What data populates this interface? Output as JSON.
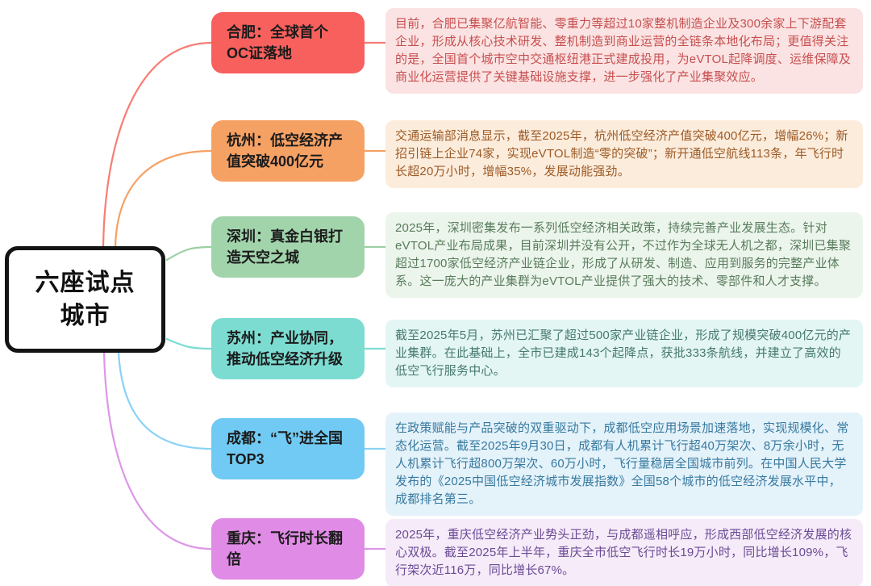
{
  "root": {
    "title": "六座试点\n城市"
  },
  "branches": [
    {
      "city": "hefei",
      "title": "合肥：全球首个OC证落地",
      "desc": "目前，合肥已集聚亿航智能、零重力等超过10家整机制造企业及300余家上下游配套企业，形成从核心技术研发、整机制造到商业运营的全链条本地化布局；更值得关注的是，全国首个城市空中交通枢纽港正式建成投用，为eVTOL起降调度、运维保障及商业化运营提供了关键基础设施支撑，进一步强化了产业集聚效应。",
      "node_color": "#f7605d",
      "line_color": "#f87d75",
      "desc_bg": "#fbe3e3",
      "desc_color": "#c74f4f"
    },
    {
      "city": "hangzhou",
      "title": "杭州：低空经济产值突破400亿元",
      "desc": "交通运输部消息显示，截至2025年，杭州低空经济产值突破400亿元，增幅26%；新招引链上企业74家，实现eVTOL制造“零的突破”；新开通低空航线113条，年飞行时长超20万小时，增幅35%，发展动能强劲。",
      "node_color": "#f6a164",
      "line_color": "#f6a164",
      "desc_bg": "#fcecdc",
      "desc_color": "#9d5b26"
    },
    {
      "city": "shenzhen",
      "title": "深圳：真金白银打造天空之城",
      "desc": "2025年，深圳密集发布一系列低空经济相关政策，持续完善产业发展生态。针对eVTOL产业布局成果，目前深圳并没有公开，不过作为全球无人机之都，深圳已集聚超过1700家低空经济产业链企业，形成了从研发、制造、应用到服务的完整产业体系。这一庞大的产业集群为eVTOL产业提供了强大的技术、零部件和人才支撑。",
      "node_color": "#a2d4ac",
      "line_color": "#9ccfa4",
      "desc_bg": "#ecf5ec",
      "desc_color": "#587c5c"
    },
    {
      "city": "suzhou",
      "title": "苏州：产业协同，推动低空经济升级",
      "desc": "截至2025年5月，苏州已汇聚了超过500家产业链企业，形成了规模突破400亿元的产业集群。在此基础上，全市已建成143个起降点，获批333条航线，并建立了高效的低空飞行服务中心。",
      "node_color": "#7cdcd2",
      "line_color": "#7cdcd2",
      "desc_bg": "#e3f6f4",
      "desc_color": "#46796f"
    },
    {
      "city": "chengdu",
      "title": "成都：“飞”进全国TOP3",
      "desc": "在政策赋能与产品突破的双重驱动下，成都低空应用场景加速落地，实现规模化、常态化运营。截至2025年9月30日，成都有人机累计飞行超40万架次、8万余小时，无人机累计飞行超800万架次、60万小时，飞行量稳居全国城市前列。在中国人民大学发布的《2025中国低空经济城市发展指数》全国58个城市的低空经济发展水平中，成都排名第三。",
      "node_color": "#70caf3",
      "line_color": "#8ad2f5",
      "desc_bg": "#e4f2fa",
      "desc_color": "#37799f"
    },
    {
      "city": "chongqing",
      "title": "重庆：飞行时长翻倍",
      "desc": "2025年，重庆低空经济产业势头正劲，与成都遥相呼应，形成西部低空经济发展的核心双极。截至2025年上半年，重庆全市低空飞行时长19万小时，同比增长109%，飞行架次近116万，同比增长67%。",
      "node_color": "#e08be5",
      "line_color": "#dd96e8",
      "desc_bg": "#f6ebf8",
      "desc_color": "#6b4b96"
    }
  ]
}
